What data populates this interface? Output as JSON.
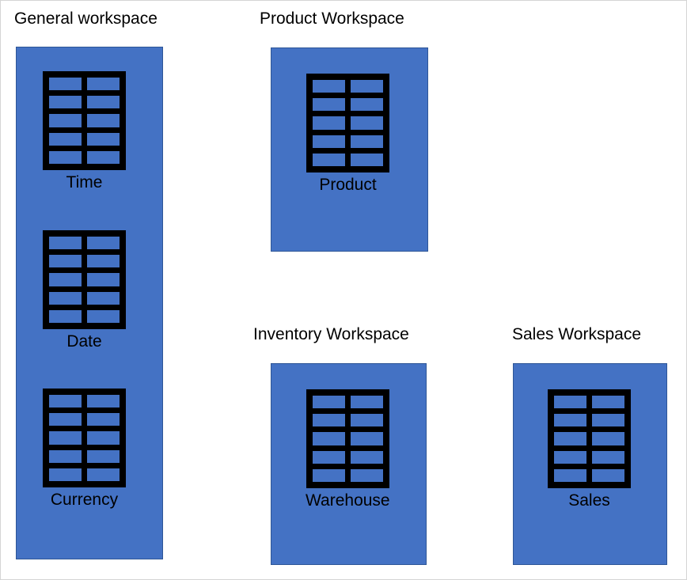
{
  "diagram": {
    "type": "workspace-entity-diagram",
    "background": "#ffffff",
    "colors": {
      "workspace_fill": "#4472C4",
      "workspace_border": "#2E5697",
      "icon_frame": "#000000",
      "text": "#000000"
    },
    "workspaces": [
      {
        "id": "general",
        "title": "General workspace",
        "entities": [
          {
            "id": "time",
            "label": "Time",
            "icon": "table-icon"
          },
          {
            "id": "date",
            "label": "Date",
            "icon": "table-icon"
          },
          {
            "id": "currency",
            "label": "Currency",
            "icon": "table-icon"
          }
        ]
      },
      {
        "id": "product",
        "title": "Product Workspace",
        "entities": [
          {
            "id": "product",
            "label": "Product",
            "icon": "table-icon"
          }
        ]
      },
      {
        "id": "inventory",
        "title": "Inventory Workspace",
        "entities": [
          {
            "id": "warehouse",
            "label": "Warehouse",
            "icon": "table-icon"
          }
        ]
      },
      {
        "id": "sales",
        "title": "Sales Workspace",
        "entities": [
          {
            "id": "sales",
            "label": "Sales",
            "icon": "table-icon"
          }
        ]
      }
    ],
    "icon_spec": {
      "name": "table-icon",
      "columns": 2,
      "rows": 5
    }
  }
}
